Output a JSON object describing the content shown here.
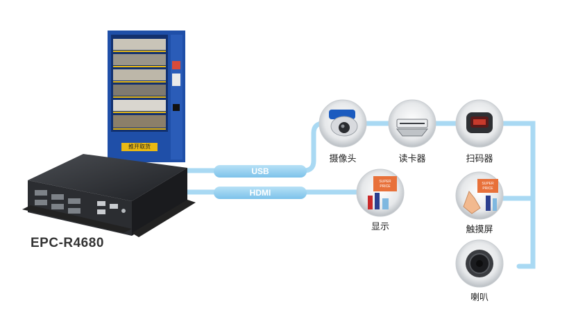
{
  "device": {
    "name": "EPC-R4680"
  },
  "vending_machine": {
    "sign_text": "推开取货"
  },
  "buses": {
    "usb": "USB",
    "hdmi": "HDMI"
  },
  "peripherals": {
    "camera": {
      "label": "摄像头",
      "icon": "camera-icon"
    },
    "card_reader": {
      "label": "读卡器",
      "icon": "card-reader-icon"
    },
    "scanner": {
      "label": "扫码器",
      "icon": "barcode-scanner-icon"
    },
    "display": {
      "label": "显示",
      "icon": "display-icon"
    },
    "touchscreen": {
      "label": "触摸屏",
      "icon": "touchscreen-icon"
    },
    "speaker": {
      "label": "喇叭",
      "icon": "speaker-icon"
    }
  },
  "colors": {
    "line": "#a9d9f3",
    "bus_fill": "#8ccbed",
    "vm_blue": "#1f4fa8",
    "sign_yellow": "#e9b914"
  }
}
